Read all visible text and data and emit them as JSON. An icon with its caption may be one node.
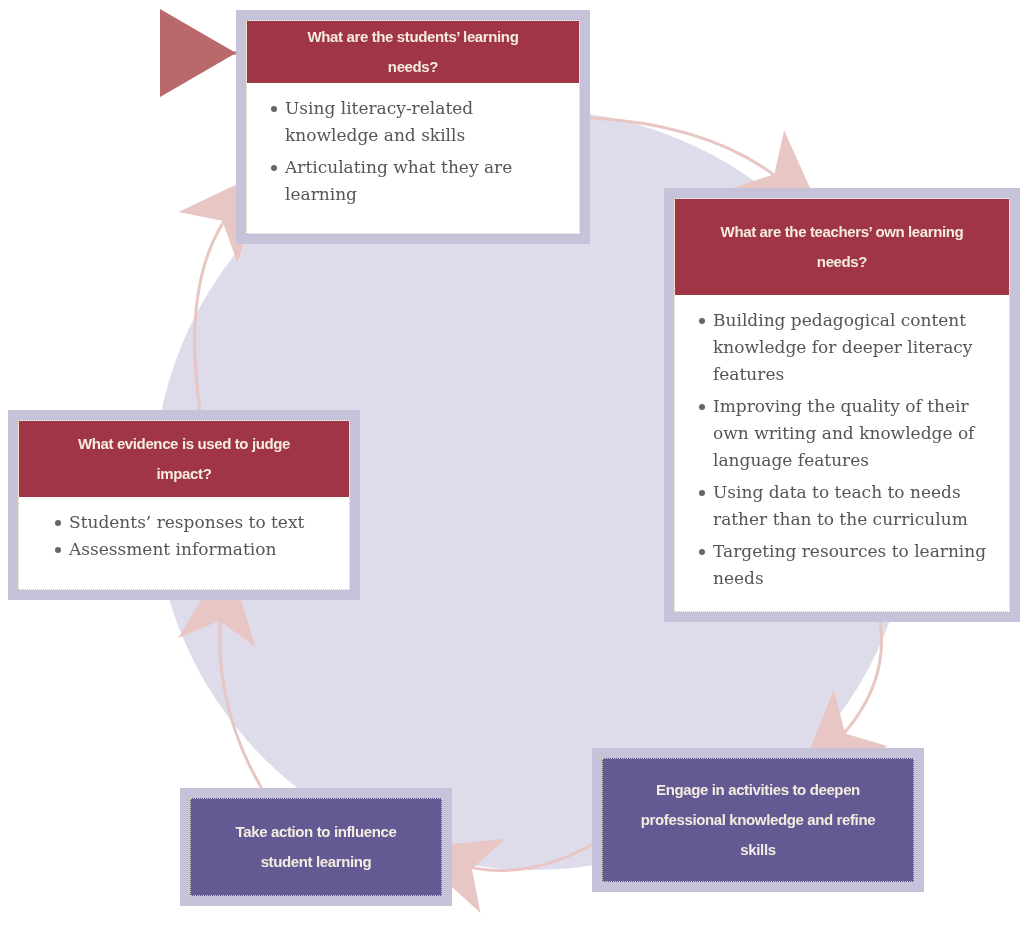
{
  "diagram": {
    "nodes": [
      {
        "text": [
          "What are the students’ learning needs?",
          "Using literacy-related knowledge and skills",
          "Articulating what they are learning"
        ]
      },
      {
        "text": [
          "What are the teachers’ own learning needs?",
          "Building pedagogical content knowledge for deeper literacy features",
          "Improving the quality of their own writing and knowledge of language features",
          "Using data to teach to needs rather than to the curriculum",
          "Targeting resources to learning needs"
        ]
      },
      {
        "text": [
          "What evidence is used to judge impact?",
          "Students’ responses to text",
          "Assessment information"
        ]
      },
      {
        "text": [
          "Engage in activities to deepen professional knowledge and refine skills"
        ]
      },
      {
        "text": [
          "Take action to influence student learning"
        ]
      }
    ],
    "edges": [
      {
        "from": 0,
        "to": 1,
        "arrow": "to"
      },
      {
        "from": 1,
        "to": 3,
        "arrow": "to"
      },
      {
        "from": 3,
        "to": 4,
        "arrow": "to"
      },
      {
        "from": 4,
        "to": 2,
        "arrow": "to"
      },
      {
        "from": 2,
        "to": 0,
        "arrow": "to"
      },
      {
        "from": null,
        "to": 0,
        "arrow": "to",
        "color": "#b9696b"
      }
    ]
  }
}
